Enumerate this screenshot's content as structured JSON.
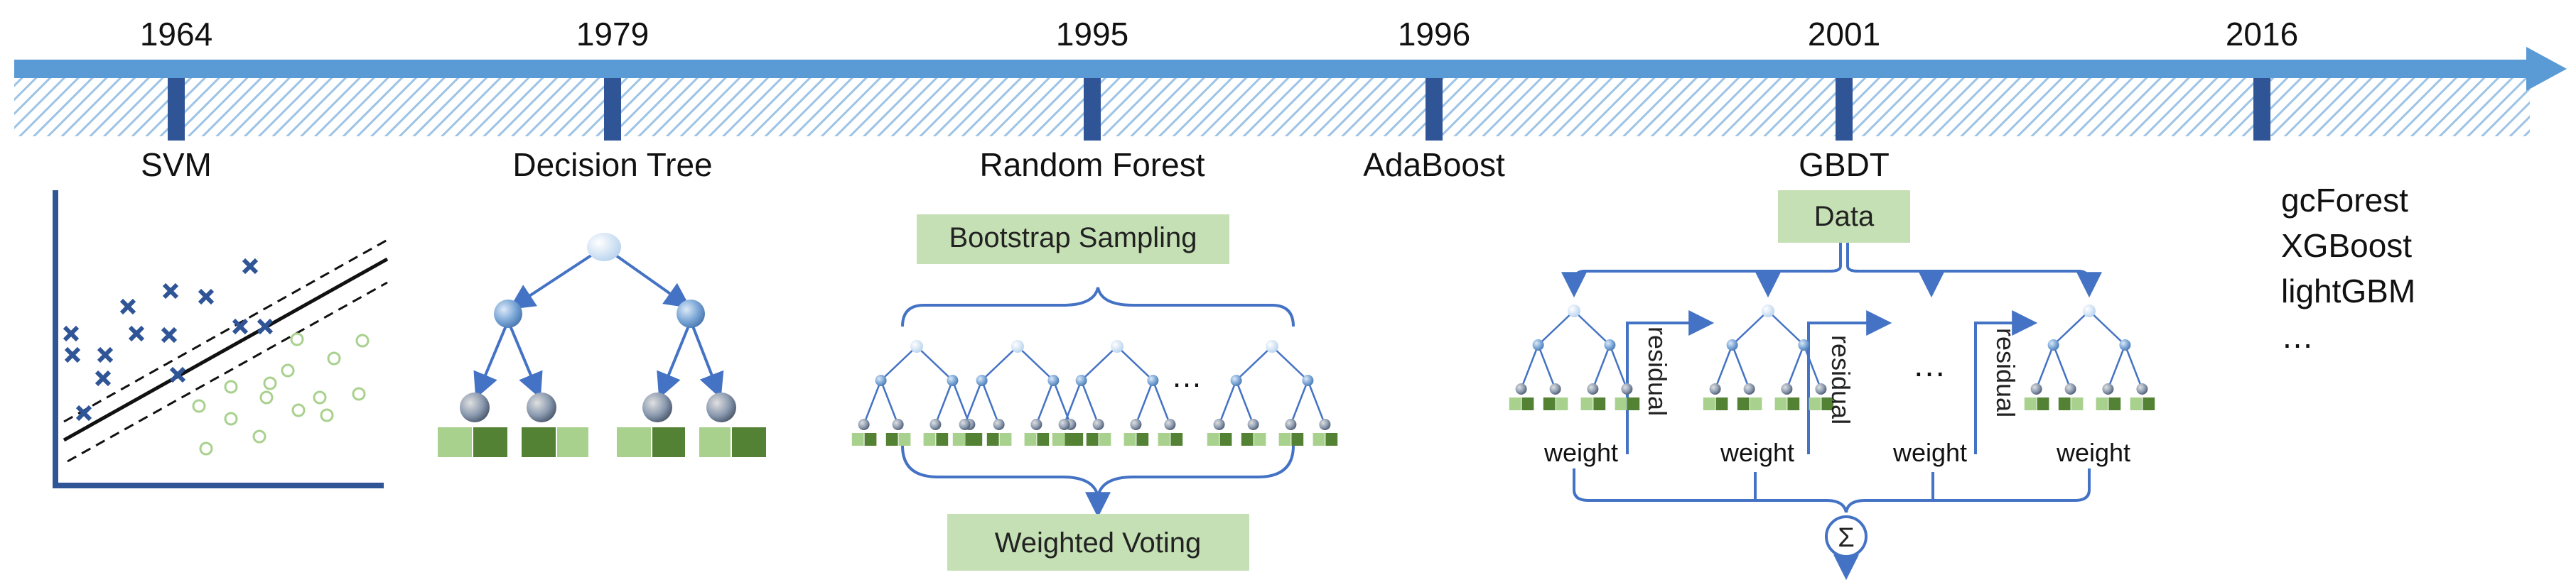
{
  "timeline": {
    "arrow_color": "#5b9bd5",
    "marker_color": "#2f5597",
    "events": [
      {
        "year": "1964",
        "label": "SVM"
      },
      {
        "year": "1979",
        "label": "Decision Tree"
      },
      {
        "year": "1995",
        "label": "Random Forest"
      },
      {
        "year": "1996",
        "label": "AdaBoost"
      },
      {
        "year": "2001",
        "label": "GBDT"
      },
      {
        "year": "2016",
        "label": ""
      }
    ]
  },
  "random_forest": {
    "sampling_label": "Bootstrap Sampling",
    "voting_label": "Weighted Voting",
    "ellipsis": "…"
  },
  "gbdt": {
    "data_label": "Data",
    "residual_label": "residual",
    "weight_label": "weight",
    "ellipsis": "…",
    "sum_symbol": "Σ"
  },
  "recent_methods": [
    "gcForest",
    "XGBoost",
    "lightGBM",
    "…"
  ],
  "colors": {
    "box_fill": "#c5e0b4",
    "leaf_light": "#a9d18e",
    "leaf_dark": "#548235",
    "node_blue": "#5b9bd5",
    "line_blue": "#4472c4"
  }
}
